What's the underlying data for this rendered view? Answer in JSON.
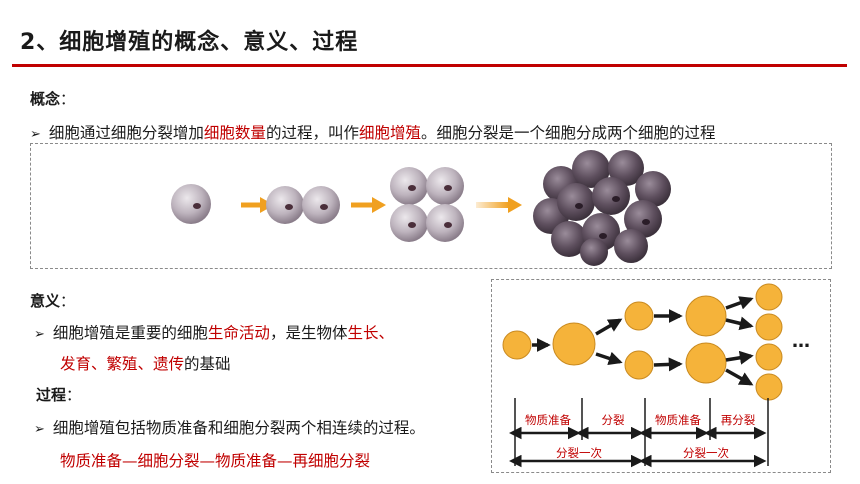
{
  "title": "2、细胞增殖的概念、意义、过程",
  "concept": {
    "label": "概念",
    "colon": "：",
    "bullet": "➢",
    "t1": "细胞通过细胞分裂增加",
    "h1": "细胞数量",
    "t2": "的过程，叫作",
    "h2": "细胞增殖",
    "t3": "。细胞分裂是一个细胞分成两个细胞的过程"
  },
  "significance": {
    "label": "意义",
    "colon": "：",
    "bullet": "➢",
    "t1": "细胞增殖是重要的细胞",
    "h1": "生命活动",
    "t2": "，是生物体",
    "h2": "生长、",
    "h3": "发育、繁殖、遗传",
    "t3": "的基础"
  },
  "process": {
    "label": "过程",
    "colon": "：",
    "bullet": "➢",
    "t1": "细胞增殖包括物质准备和细胞分裂两个相连续的过程。",
    "red_line": "物质准备—细胞分裂—物质准备—再细胞分裂"
  },
  "diagram": {
    "ellipsis": "…",
    "seg1": "物质准备",
    "seg2": "分裂",
    "seg3": "物质准备",
    "seg4": "再分裂",
    "cycle1": "分裂一次",
    "cycle2": "分裂一次"
  },
  "colors": {
    "accent_red": "#c00000",
    "cell_orange": "#f5b33a",
    "arrow_orange": "#f0a020",
    "cell_purple": "#5a4a5a"
  }
}
